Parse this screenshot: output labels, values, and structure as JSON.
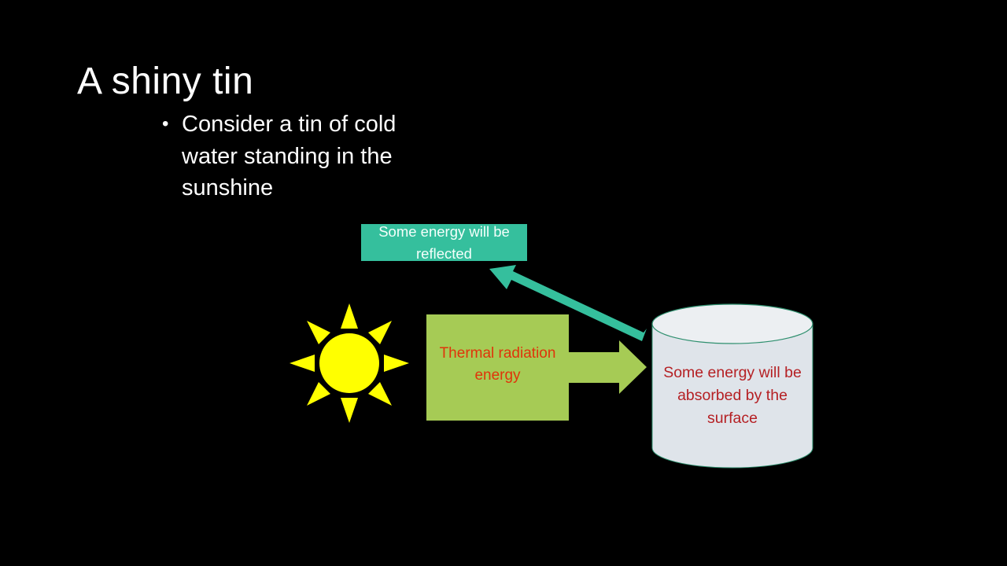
{
  "slide": {
    "title": "A shiny tin",
    "bullets": [
      "Consider a tin of cold water standing in the sunshine"
    ],
    "bullet_marker": "•"
  },
  "diagram": {
    "sun": {
      "icon": "sun-icon",
      "color": "#ffff00"
    },
    "thermal_box": {
      "label": "Thermal radiation energy",
      "fill": "#a6cb55",
      "text_color": "#e0340a"
    },
    "reflected_label": {
      "text": "Some energy will be reflected",
      "fill": "#35bf9d",
      "text_color": "#f4fffb"
    },
    "reflect_arrow": {
      "color": "#35bf9d"
    },
    "tin": {
      "label": "Some energy will be absorbed by the surface",
      "fill": "#dfe4ea",
      "outline": "#2e8f6e",
      "text_color": "#b52024"
    }
  },
  "colors": {
    "background": "#000000",
    "text": "#ffffff"
  }
}
